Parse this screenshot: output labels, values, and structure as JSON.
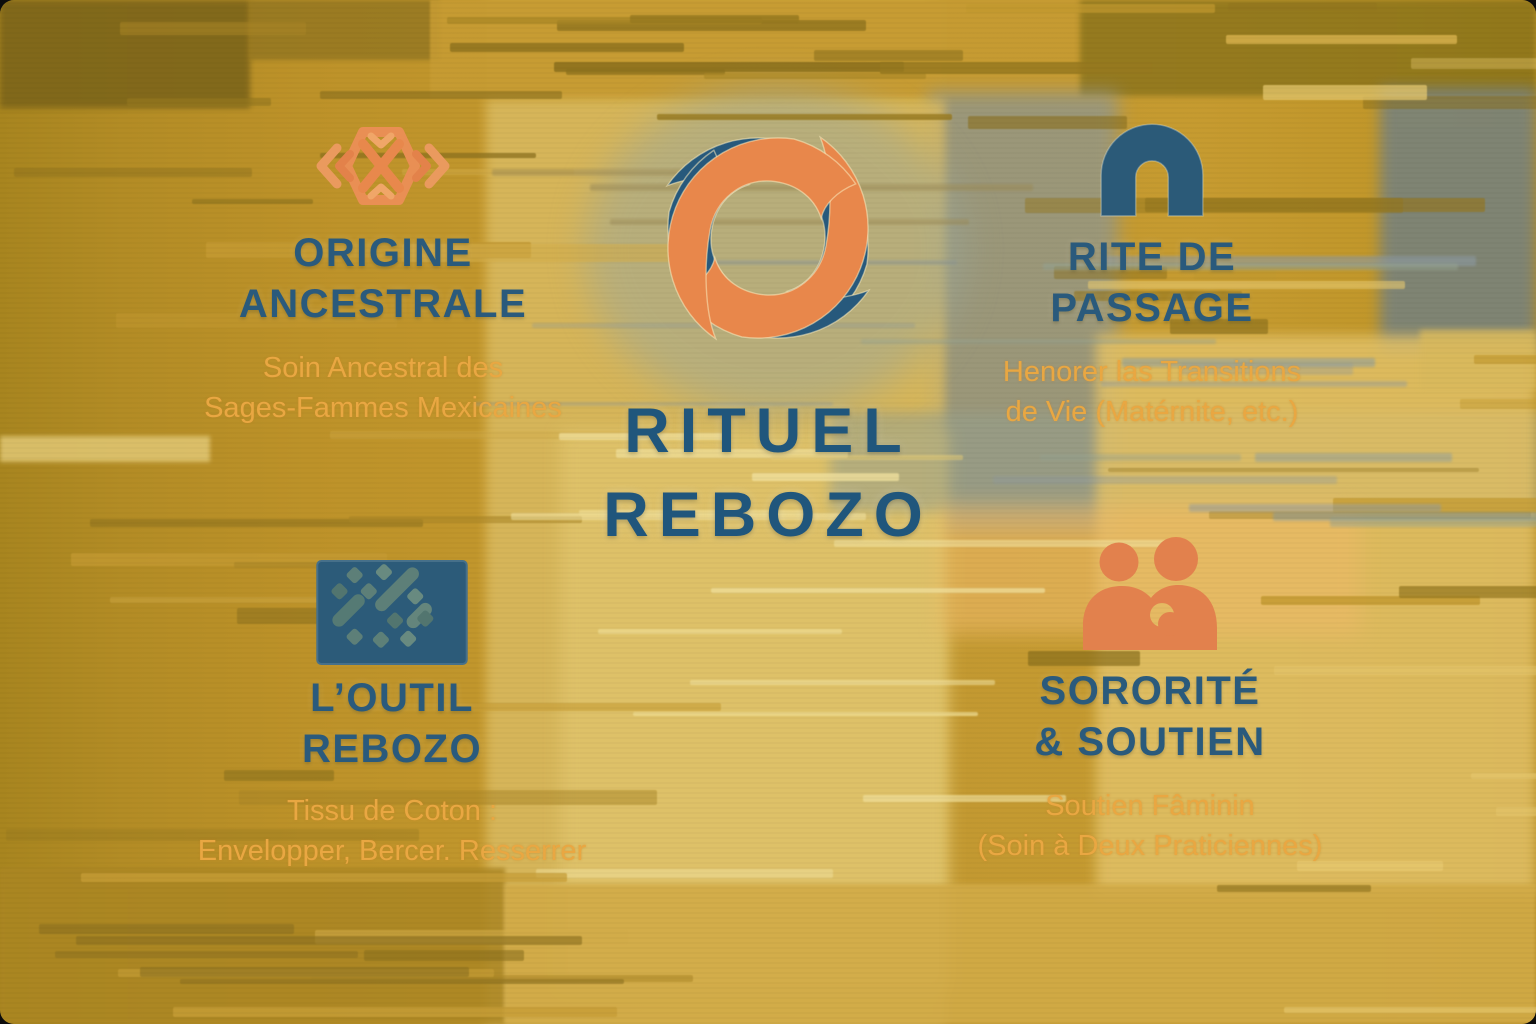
{
  "meta": {
    "title": "Rituel Rebozo — infographie"
  },
  "logo": {
    "icon": "swirl-logo-icon",
    "title_lines": [
      "RITUEL",
      "REBOZO"
    ]
  },
  "sections": [
    {
      "id": "origine",
      "icon": "aztec-weave-icon",
      "title_lines": [
        "ORIGINE",
        "ANCESTRALE"
      ],
      "subtitle_lines": [
        "Soin Ancestral des",
        "Sages-Fammes Mexicaines"
      ]
    },
    {
      "id": "rite",
      "icon": "arch-icon",
      "title_lines": [
        "RITE DE",
        "PASSAGE"
      ],
      "subtitle_lines": [
        "Henorer las Transitions",
        "de Vie (Matérnite, etc.)"
      ]
    },
    {
      "id": "outil",
      "icon": "weave-fabric-icon",
      "title_lines": [
        "L’OUTIL",
        "REBOZO"
      ],
      "subtitle_lines": [
        "Tissu de Coton :",
        "Envelopper, Bercer. Resserrer"
      ]
    },
    {
      "id": "sororite",
      "icon": "two-people-icon",
      "title_lines": [
        "SORORITÉ",
        "& SOUTIEN"
      ],
      "subtitle_lines": [
        "Soutien Fâminin",
        "(Soin à Deux Praticiennes)"
      ]
    }
  ],
  "colors": {
    "heading_blue": "#2a5a7c",
    "title_blue": "#20567c",
    "subtitle_orange": "#e9a742",
    "icon_orange": "#e8874b",
    "icon_blue": "#2b5a78",
    "background_gold": "#c1962c",
    "background_light_gold": "#dcbd66",
    "glitch_gray": "#8e9791"
  }
}
